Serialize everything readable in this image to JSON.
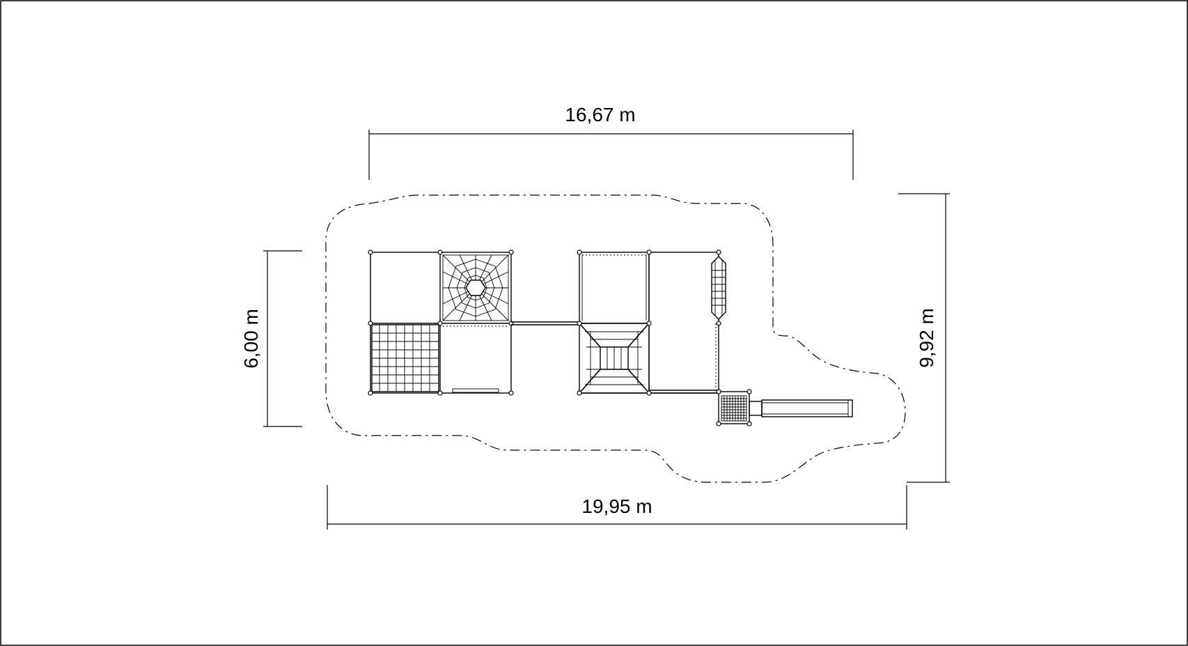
{
  "dimensions": {
    "top_width": "16,67 m",
    "bottom_width": "19,95 m",
    "left_height": "6,00 m",
    "right_height": "9,92 m"
  },
  "colors": {
    "line": "#000000",
    "background": "#ffffff"
  }
}
